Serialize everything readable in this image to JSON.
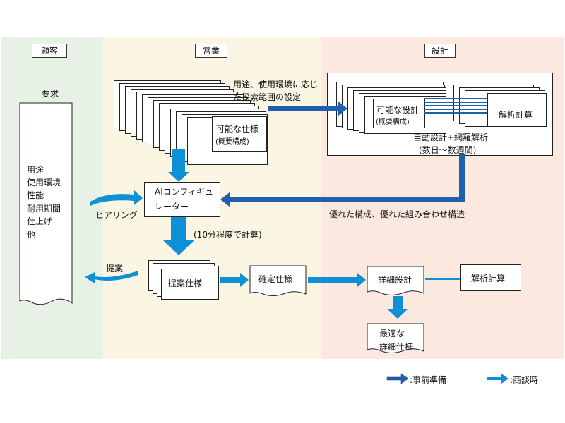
{
  "lanes": {
    "customer": "顧客",
    "sales": "営業",
    "design": "設計"
  },
  "customer": {
    "request_title": "要求",
    "request_items": [
      "用途",
      "使用環境",
      "性能",
      "耐用期間",
      "仕上げ",
      "他"
    ]
  },
  "sales": {
    "possible_spec": "可能な仕様",
    "possible_spec_sub": "(概要構成)",
    "configurator_line1": "AIコンフィギュ",
    "configurator_line2": "レーター",
    "calc_time": "(10分程度で計算)",
    "hearing": "ヒアリング",
    "proposal": "提案",
    "proposal_spec": "提案仕様",
    "confirmed_spec": "確定仕様",
    "range_setting_line1": "用途、使用環境に応じ",
    "range_setting_line2": "た探索範囲の設定"
  },
  "design": {
    "possible_design": "可能な設計",
    "possible_design_sub": "(概要構成)",
    "analysis_calc": "解析計算",
    "auto_design_line1": "自動設計+網羅解析",
    "auto_design_line2": "(数日〜数週間)",
    "better_structure": "優れた構成、優れた組み合わせ構造",
    "detailed_design": "詳細設計",
    "analysis_calc2": "解析計算",
    "optimal_line1": "最適な",
    "optimal_line2": "詳細仕様"
  },
  "legend": {
    "prep": ":事前準備",
    "meeting": ":商談時"
  },
  "colors": {
    "customer_bg": "#e8f1e6",
    "sales_bg": "#fbf6e4",
    "design_bg": "#fbe8de",
    "dark_arrow": "#1f5fae",
    "light_arrow": "#0f8fd6"
  }
}
